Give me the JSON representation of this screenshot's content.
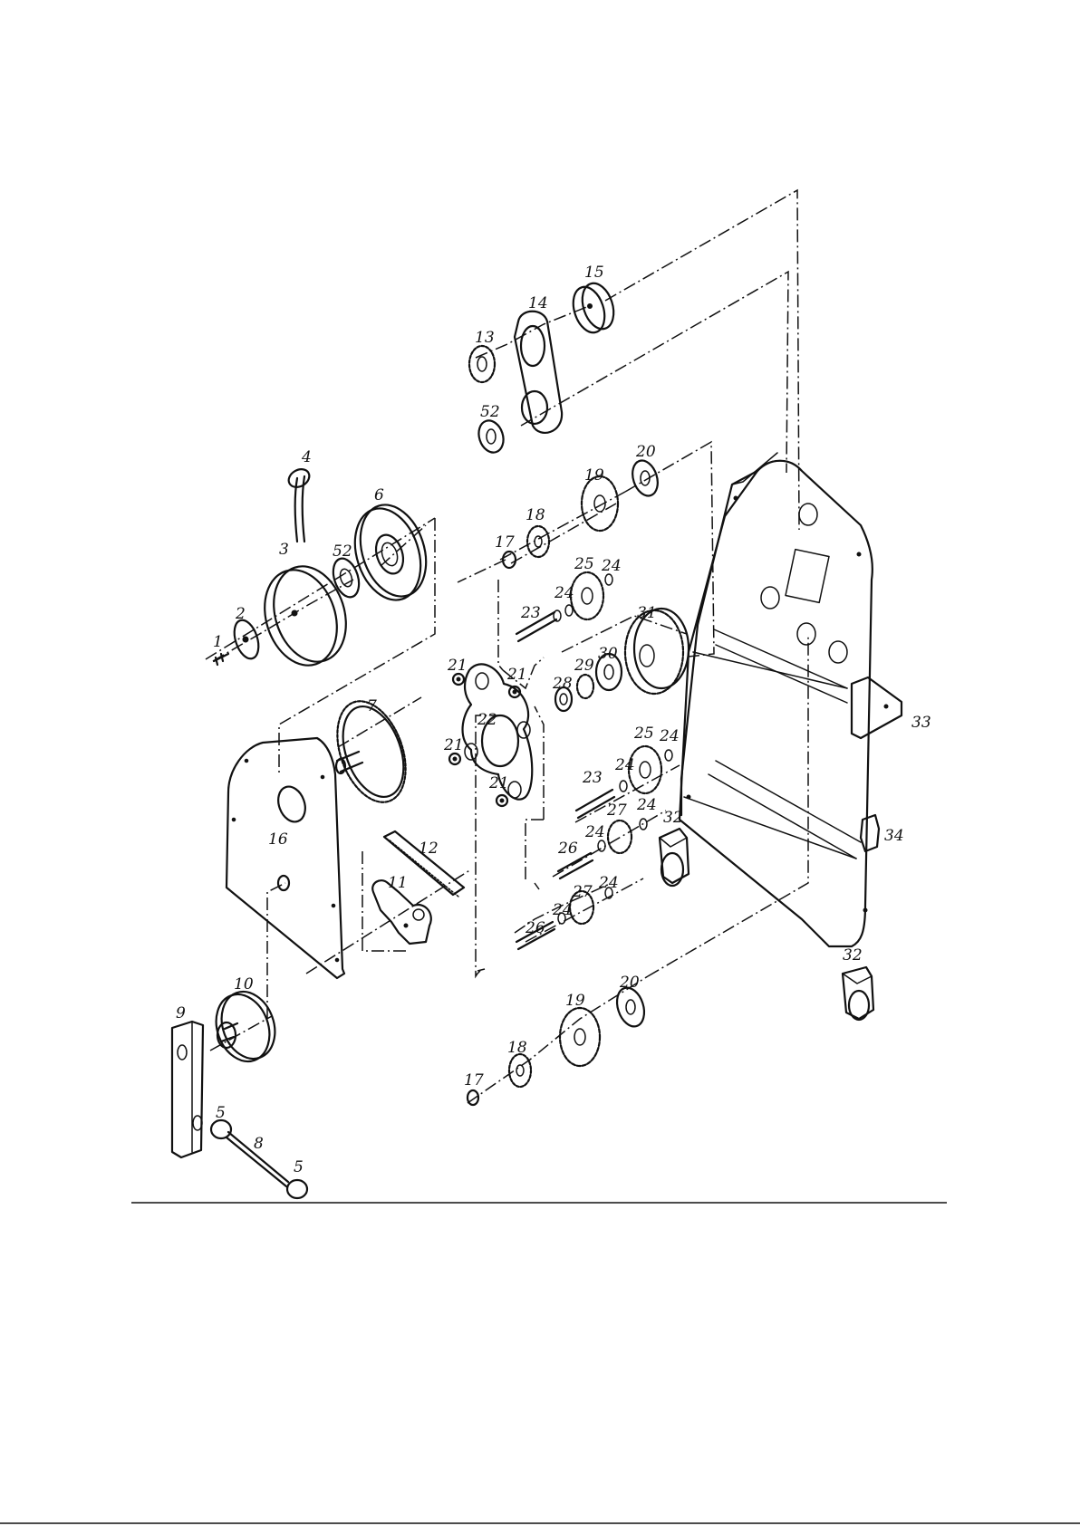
{
  "diagram": {
    "callouts": [
      {
        "id": "c1",
        "label": "1"
      },
      {
        "id": "c2",
        "label": "2"
      },
      {
        "id": "c3",
        "label": "3"
      },
      {
        "id": "c4",
        "label": "4"
      },
      {
        "id": "c5a",
        "label": "5"
      },
      {
        "id": "c5b",
        "label": "5"
      },
      {
        "id": "c6",
        "label": "6"
      },
      {
        "id": "c7",
        "label": "7"
      },
      {
        "id": "c8",
        "label": "8"
      },
      {
        "id": "c9",
        "label": "9"
      },
      {
        "id": "c10",
        "label": "10"
      },
      {
        "id": "c11",
        "label": "11"
      },
      {
        "id": "c12",
        "label": "12"
      },
      {
        "id": "c13",
        "label": "13"
      },
      {
        "id": "c14",
        "label": "14"
      },
      {
        "id": "c15",
        "label": "15"
      },
      {
        "id": "c16",
        "label": "16"
      },
      {
        "id": "c17a",
        "label": "17"
      },
      {
        "id": "c17b",
        "label": "17"
      },
      {
        "id": "c18a",
        "label": "18"
      },
      {
        "id": "c18b",
        "label": "18"
      },
      {
        "id": "c19a",
        "label": "19"
      },
      {
        "id": "c19b",
        "label": "19"
      },
      {
        "id": "c20a",
        "label": "20"
      },
      {
        "id": "c20b",
        "label": "20"
      },
      {
        "id": "c21a",
        "label": "21"
      },
      {
        "id": "c21b",
        "label": "21"
      },
      {
        "id": "c21c",
        "label": "21"
      },
      {
        "id": "c21d",
        "label": "21"
      },
      {
        "id": "c22",
        "label": "22"
      },
      {
        "id": "c23a",
        "label": "23"
      },
      {
        "id": "c23b",
        "label": "23"
      },
      {
        "id": "c24a",
        "label": "24"
      },
      {
        "id": "c24b",
        "label": "24"
      },
      {
        "id": "c24c",
        "label": "24"
      },
      {
        "id": "c24d",
        "label": "24"
      },
      {
        "id": "c24e",
        "label": "24"
      },
      {
        "id": "c24f",
        "label": "24"
      },
      {
        "id": "c24g",
        "label": "24"
      },
      {
        "id": "c24h",
        "label": "24"
      },
      {
        "id": "c25a",
        "label": "25"
      },
      {
        "id": "c25b",
        "label": "25"
      },
      {
        "id": "c26a",
        "label": "26"
      },
      {
        "id": "c26b",
        "label": "26"
      },
      {
        "id": "c27a",
        "label": "27"
      },
      {
        "id": "c27b",
        "label": "27"
      },
      {
        "id": "c28",
        "label": "28"
      },
      {
        "id": "c29",
        "label": "29"
      },
      {
        "id": "c30",
        "label": "30"
      },
      {
        "id": "c31",
        "label": "31"
      },
      {
        "id": "c32a",
        "label": "32"
      },
      {
        "id": "c32b",
        "label": "32"
      },
      {
        "id": "c33",
        "label": "33"
      },
      {
        "id": "c34",
        "label": "34"
      },
      {
        "id": "c52a",
        "label": "52"
      },
      {
        "id": "c52b",
        "label": "52"
      }
    ]
  }
}
